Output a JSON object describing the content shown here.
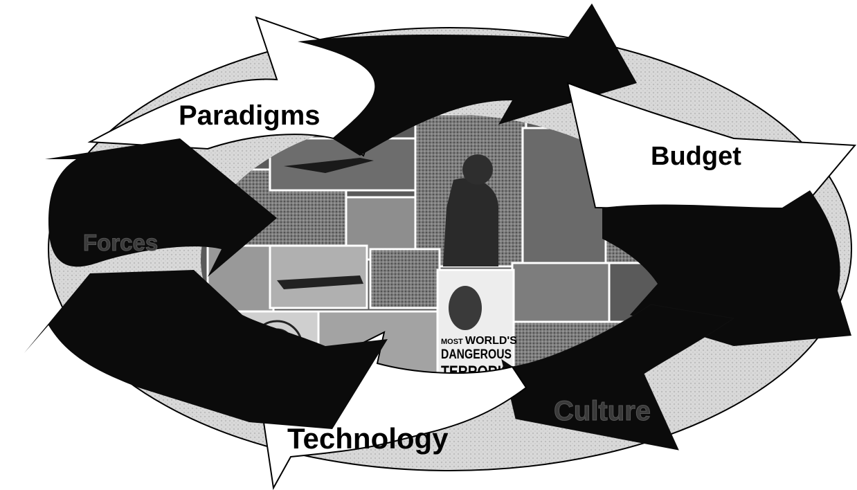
{
  "diagram": {
    "labels": {
      "paradigms": "Paradigms",
      "budget": "Budget",
      "forces": "Forces",
      "culture": "Culture",
      "technology": "Technology"
    },
    "collage": {
      "poster_line1": "WORLD'S",
      "poster_most": "MOST",
      "poster_line2": "DANGEROUS",
      "poster_line3": "TERRORIS"
    }
  },
  "colors": {
    "ellipse_fill": "#e6e6e6",
    "dark_arrow": "#0b0b0b",
    "light_arrow": "#ffffff",
    "outline": "#000000",
    "dark_label_text": "#3a3a3a"
  }
}
